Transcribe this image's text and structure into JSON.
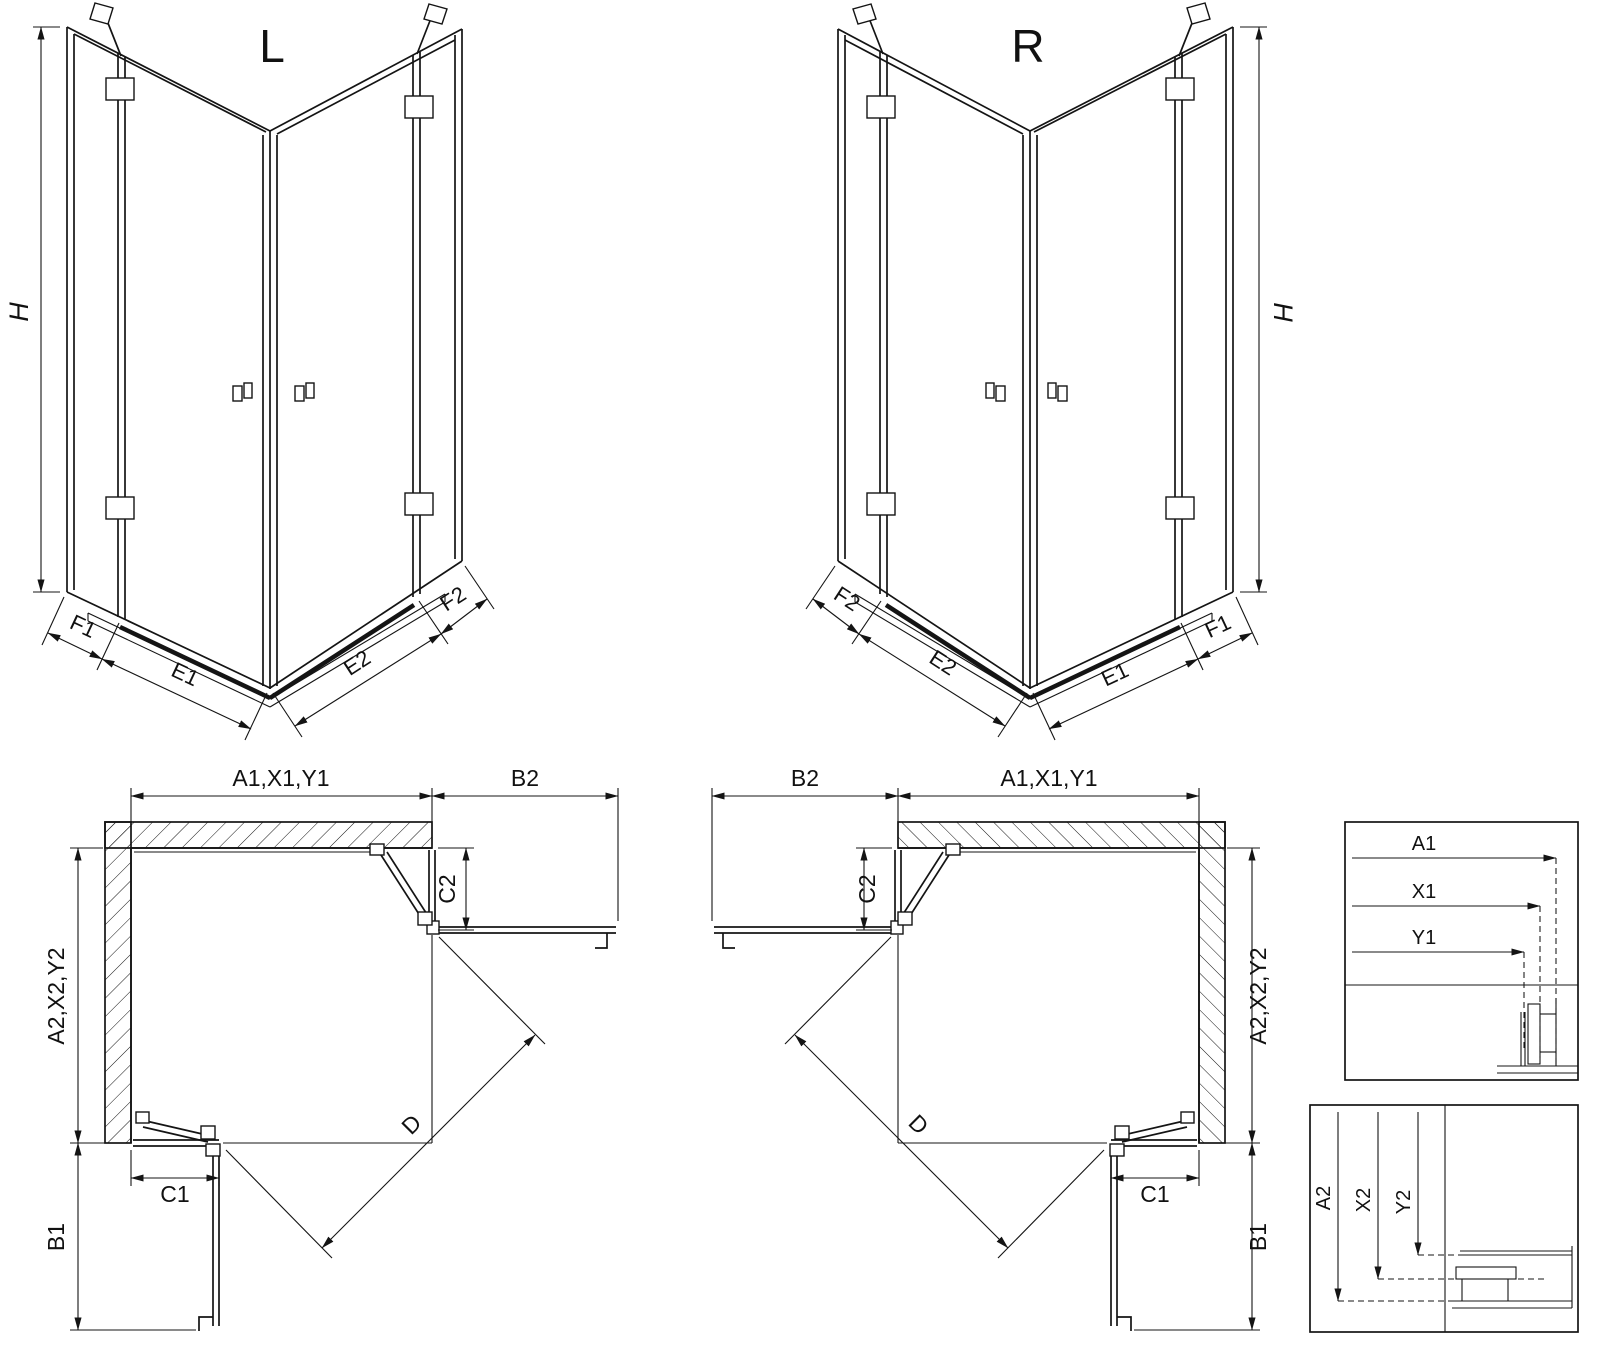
{
  "colors": {
    "background": "#ffffff",
    "ink": "#141414"
  },
  "iso_left": {
    "title": "L",
    "height": "H",
    "f1": "F1",
    "e1": "E1",
    "e2": "E2",
    "f2": "F2"
  },
  "iso_right": {
    "title": "R",
    "height": "H",
    "f1": "F1",
    "e1": "E1",
    "e2": "E2",
    "f2": "F2"
  },
  "plan_left": {
    "width_top": "A1,X1,Y1",
    "door_top": "B2",
    "depth_side": "A2,X2,Y2",
    "fixed_side": "C2",
    "fixed_bottom": "C1",
    "door_bottom": "B1",
    "diagonal": "D"
  },
  "plan_right": {
    "width_top": "A1,X1,Y1",
    "door_top": "B2",
    "depth_side": "A2,X2,Y2",
    "fixed_side": "C2",
    "fixed_bottom": "C1",
    "door_bottom": "B1",
    "diagonal": "D"
  },
  "detail_width": {
    "a1": "A1",
    "x1": "X1",
    "y1": "Y1"
  },
  "detail_depth": {
    "a2": "A2",
    "x2": "X2",
    "y2": "Y2"
  }
}
